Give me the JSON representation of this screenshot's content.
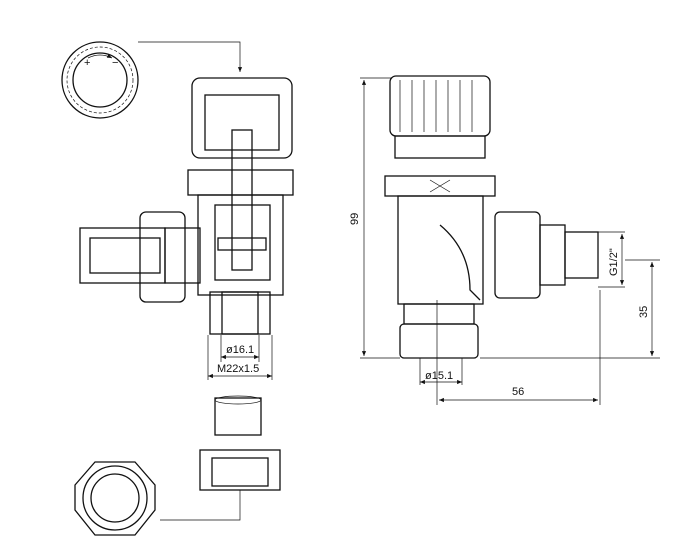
{
  "diagram": {
    "knob_symbols": {
      "plus": "+",
      "minus": "−"
    },
    "left_view": {
      "bore_diameter": "ø16.1",
      "thread": "M22x1.5"
    },
    "right_view": {
      "height": "99",
      "inlet_thread": "G1/2\"",
      "inlet_height": "35",
      "outlet_diameter": "ø15.1",
      "length": "56"
    }
  }
}
